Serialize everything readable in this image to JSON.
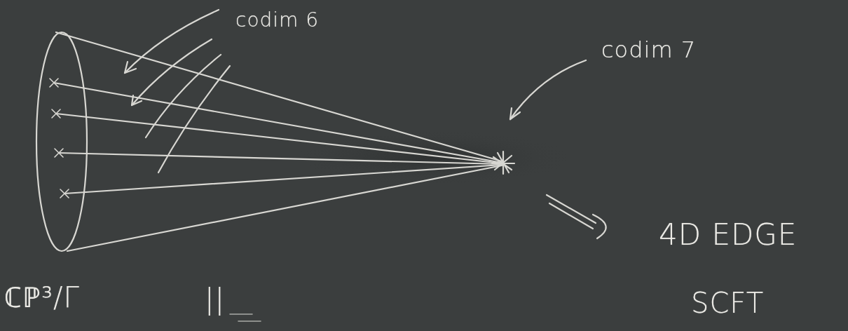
{
  "diagram": {
    "labels": [
      "codim 6",
      "codim 7",
      "4D EDGE",
      "SCFT",
      "ℂℙ³/Γ",
      "||"
    ]
  }
}
